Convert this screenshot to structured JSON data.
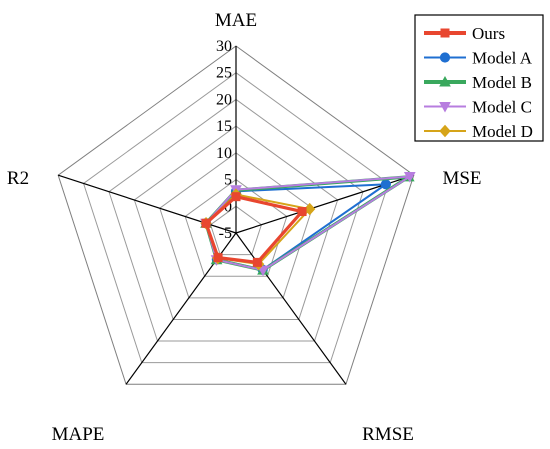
{
  "chart_data": {
    "type": "radar",
    "axes": [
      "MAE",
      "MSE",
      "RMSE",
      "MAPE",
      "R2"
    ],
    "rlim": [
      -5,
      30
    ],
    "ticks": [
      -5,
      0,
      5,
      10,
      15,
      20,
      25,
      30
    ],
    "tick_labels": [
      "-5",
      "0",
      "5",
      "10",
      "15",
      "20",
      "25",
      "30"
    ],
    "grid": true,
    "legend_position": "top-right",
    "series": [
      {
        "name": "Ours",
        "values": [
          1.8,
          8.0,
          1.8,
          0.7,
          0.9
        ],
        "color": "#e8462f",
        "marker": "square"
      },
      {
        "name": "Model A",
        "values": [
          2.8,
          24.5,
          3.5,
          1.1,
          0.9
        ],
        "color": "#1f6fd1",
        "marker": "circle"
      },
      {
        "name": "Model B",
        "values": [
          3.0,
          29.0,
          3.6,
          1.2,
          0.9
        ],
        "color": "#39a85d",
        "marker": "triangle-up"
      },
      {
        "name": "Model C",
        "values": [
          3.1,
          29.2,
          3.6,
          1.2,
          0.9
        ],
        "color": "#b77ddf",
        "marker": "triangle-down"
      },
      {
        "name": "Model D",
        "values": [
          2.2,
          9.5,
          2.2,
          0.8,
          0.9
        ],
        "color": "#d6a419",
        "marker": "diamond"
      }
    ]
  }
}
